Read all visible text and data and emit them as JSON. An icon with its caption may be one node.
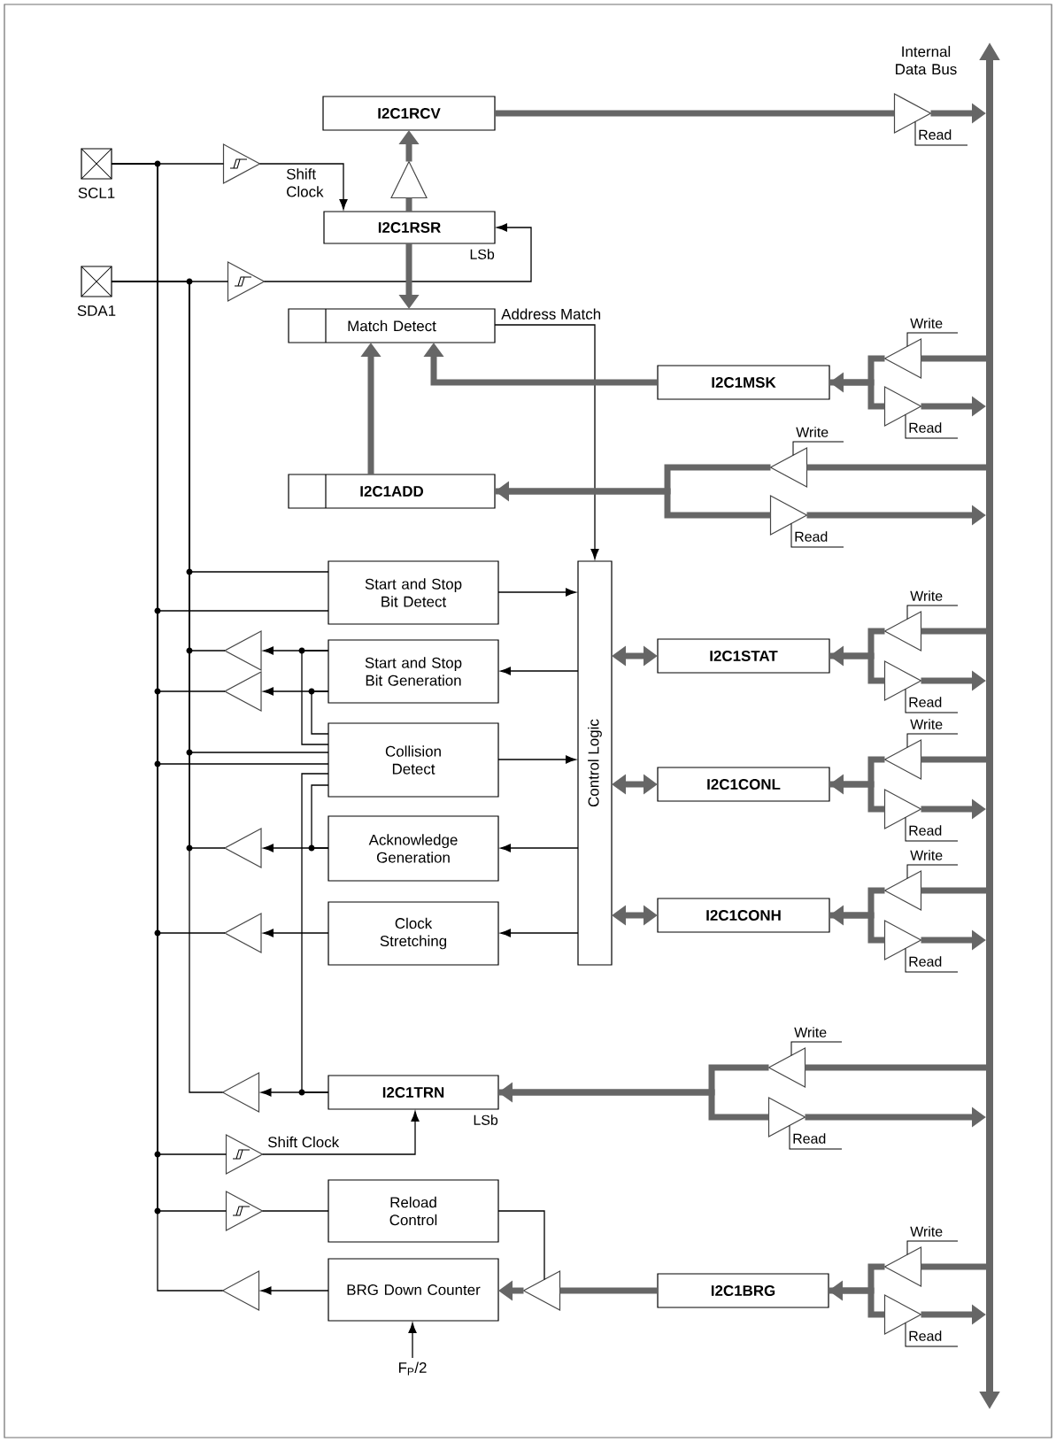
{
  "diagram": {
    "nodes": [
      {
        "text": [],
        "shape": "bar"
      },
      {
        "text": [
          "I2C1RCV"
        ]
      },
      {
        "text": [],
        "shape": "triangle",
        "beside": [
          "Read"
        ]
      },
      {
        "text": [
          "SCL1"
        ]
      },
      {
        "text": [],
        "shape": "triangle"
      },
      {
        "text": [],
        "shape": "triangle"
      },
      {
        "text": [
          "I2C1RSR"
        ],
        "beside": [
          "LSb"
        ]
      },
      {
        "text": [
          "SDA1"
        ]
      },
      {
        "text": [],
        "shape": "triangle"
      },
      {
        "text": [
          "Match Detect"
        ]
      },
      {
        "text": [],
        "shape": "triangle",
        "beside": [
          "Write"
        ]
      },
      {
        "text": [
          "I2C1MSK"
        ]
      },
      {
        "text": [],
        "shape": "triangle",
        "beside": [
          "Read"
        ]
      },
      {
        "text": [],
        "shape": "triangle",
        "beside": [
          "Write"
        ]
      },
      {
        "text": [
          "I2C1ADD"
        ]
      },
      {
        "text": [],
        "shape": "triangle",
        "beside": [
          "Read"
        ]
      },
      {
        "text": [
          "Control Logic"
        ]
      },
      {
        "text": [
          "Start and Stop Bit Detect"
        ]
      },
      {
        "text": [],
        "shape": "triangle"
      },
      {
        "text": [
          "Start and Stop Bit Generation"
        ]
      },
      {
        "text": [],
        "shape": "triangle",
        "beside": [
          "Write"
        ]
      },
      {
        "text": [
          "I2C1STAT"
        ]
      },
      {
        "text": [],
        "shape": "triangle"
      },
      {
        "text": [],
        "shape": "triangle",
        "beside": [
          "Read"
        ]
      },
      {
        "text": [
          "Collision Detect"
        ]
      },
      {
        "text": [],
        "shape": "triangle",
        "beside": [
          "Write"
        ]
      },
      {
        "text": [
          "I2C1CONL"
        ]
      },
      {
        "text": [],
        "shape": "triangle"
      },
      {
        "text": [
          "Acknowledge Generation"
        ]
      },
      {
        "text": [],
        "shape": "triangle",
        "beside": [
          "Read"
        ]
      },
      {
        "text": [],
        "shape": "triangle",
        "beside": [
          "Write"
        ]
      },
      {
        "text": [],
        "shape": "triangle"
      },
      {
        "text": [
          "Clock Stretching"
        ]
      },
      {
        "text": [
          "I2C1CONH"
        ]
      },
      {
        "text": [],
        "shape": "triangle",
        "beside": [
          "Read"
        ]
      },
      {
        "text": [],
        "shape": "triangle",
        "beside": [
          "Write"
        ]
      },
      {
        "text": [],
        "shape": "triangle"
      },
      {
        "text": [
          "I2C1TRN"
        ],
        "beside": [
          "LSb"
        ]
      },
      {
        "text": [],
        "shape": "triangle",
        "beside": [
          "Read"
        ]
      },
      {
        "text": [],
        "shape": "triangle"
      },
      {
        "text": [],
        "shape": "triangle"
      },
      {
        "text": [
          "Reload Control"
        ]
      },
      {
        "text": [],
        "shape": "triangle",
        "beside": [
          "Write"
        ]
      },
      {
        "text": [],
        "shape": "triangle"
      },
      {
        "text": [
          "BRG Down Counter"
        ]
      },
      {
        "text": [],
        "shape": "triangle"
      },
      {
        "text": [
          "I2C1BRG"
        ]
      },
      {
        "text": [],
        "shape": "triangle",
        "beside": [
          "Read"
        ]
      },
      {
        "text": [
          "F$_{P}$/2"
        ]
      }
    ],
    "edges": [
      {
        "from": 3,
        "to": 4,
        "arrow": "none",
        "color": "#000000"
      },
      {
        "from": 4,
        "to": 6,
        "arrow": "to",
        "label": "Shift Clock",
        "color": "#000000"
      },
      {
        "from": 7,
        "to": 8,
        "arrow": "none",
        "color": "#000000"
      },
      {
        "from": 8,
        "to": 6,
        "arrow": "to",
        "color": "#000000"
      },
      {
        "from": 6,
        "to": 5,
        "arrow": "none"
      },
      {
        "from": 5,
        "to": 1,
        "arrow": "to"
      },
      {
        "from": 6,
        "to": 9,
        "arrow": "to"
      },
      {
        "from": 1,
        "to": 2,
        "arrow": "none"
      },
      {
        "from": 2,
        "to": 0,
        "arrow": "to"
      },
      {
        "from": 9,
        "to": 16,
        "arrow": "to",
        "label": "Address Match",
        "color": "#000000"
      },
      {
        "from": 0,
        "to": 10,
        "arrow": "none"
      },
      {
        "from": 10,
        "to": 11,
        "arrow": "to"
      },
      {
        "from": 11,
        "to": 12,
        "arrow": "none"
      },
      {
        "from": 12,
        "to": 0,
        "arrow": "to"
      },
      {
        "from": 11,
        "to": 9,
        "arrow": "to"
      },
      {
        "from": 14,
        "to": 9,
        "arrow": "to"
      },
      {
        "from": 0,
        "to": 13,
        "arrow": "none"
      },
      {
        "from": 13,
        "to": 14,
        "arrow": "to"
      },
      {
        "from": 14,
        "to": 15,
        "arrow": "none"
      },
      {
        "from": 15,
        "to": 0,
        "arrow": "to"
      },
      {
        "from": 3,
        "to": 17,
        "arrow": "none",
        "color": "#000000"
      },
      {
        "from": 7,
        "to": 17,
        "arrow": "none",
        "color": "#000000"
      },
      {
        "from": 17,
        "to": 16,
        "arrow": "to",
        "color": "#000000"
      },
      {
        "from": 16,
        "to": 19,
        "arrow": "to",
        "color": "#000000"
      },
      {
        "from": 19,
        "to": 18,
        "arrow": "to",
        "color": "#000000"
      },
      {
        "from": 18,
        "to": 7,
        "arrow": "none",
        "color": "#000000"
      },
      {
        "from": 19,
        "to": 22,
        "arrow": "to",
        "color": "#000000"
      },
      {
        "from": 22,
        "to": 3,
        "arrow": "none",
        "color": "#000000"
      },
      {
        "from": 19,
        "to": 24,
        "arrow": "none",
        "color": "#000000"
      },
      {
        "from": 19,
        "to": 24,
        "arrow": "none",
        "color": "#000000"
      },
      {
        "from": 7,
        "to": 24,
        "arrow": "none",
        "color": "#000000"
      },
      {
        "from": 3,
        "to": 24,
        "arrow": "none",
        "color": "#000000"
      },
      {
        "from": 24,
        "to": 16,
        "arrow": "to",
        "color": "#000000"
      },
      {
        "from": 16,
        "to": 28,
        "arrow": "to",
        "color": "#000000"
      },
      {
        "from": 28,
        "to": 27,
        "arrow": "to",
        "color": "#000000"
      },
      {
        "from": 27,
        "to": 7,
        "arrow": "none",
        "color": "#000000"
      },
      {
        "from": 28,
        "to": 24,
        "arrow": "none",
        "color": "#000000"
      },
      {
        "from": 16,
        "to": 32,
        "arrow": "to",
        "color": "#000000"
      },
      {
        "from": 32,
        "to": 31,
        "arrow": "to",
        "color": "#000000"
      },
      {
        "from": 31,
        "to": 3,
        "arrow": "none",
        "color": "#000000"
      },
      {
        "from": 16,
        "to": 21,
        "arrow": "both"
      },
      {
        "from": 0,
        "to": 20,
        "arrow": "none"
      },
      {
        "from": 20,
        "to": 21,
        "arrow": "to"
      },
      {
        "from": 21,
        "to": 23,
        "arrow": "none"
      },
      {
        "from": 23,
        "to": 0,
        "arrow": "to"
      },
      {
        "from": 16,
        "to": 26,
        "arrow": "both"
      },
      {
        "from": 0,
        "to": 25,
        "arrow": "none"
      },
      {
        "from": 25,
        "to": 26,
        "arrow": "to"
      },
      {
        "from": 26,
        "to": 29,
        "arrow": "none"
      },
      {
        "from": 29,
        "to": 0,
        "arrow": "to"
      },
      {
        "from": 16,
        "to": 33,
        "arrow": "both"
      },
      {
        "from": 0,
        "to": 30,
        "arrow": "none"
      },
      {
        "from": 30,
        "to": 33,
        "arrow": "to"
      },
      {
        "from": 33,
        "to": 34,
        "arrow": "none"
      },
      {
        "from": 34,
        "to": 0,
        "arrow": "to"
      },
      {
        "from": 0,
        "to": 35,
        "arrow": "none"
      },
      {
        "from": 35,
        "to": 37,
        "arrow": "to"
      },
      {
        "from": 37,
        "to": 38,
        "arrow": "none"
      },
      {
        "from": 38,
        "to": 0,
        "arrow": "to"
      },
      {
        "from": 37,
        "to": 36,
        "arrow": "to",
        "color": "#000000"
      },
      {
        "from": 36,
        "to": 7,
        "arrow": "none",
        "color": "#000000"
      },
      {
        "from": 37,
        "to": 24,
        "arrow": "none",
        "color": "#000000"
      },
      {
        "from": 3,
        "to": 39,
        "arrow": "none",
        "color": "#000000"
      },
      {
        "from": 39,
        "to": 37,
        "arrow": "to",
        "label": "Shift Clock",
        "color": "#000000"
      },
      {
        "from": 3,
        "to": 40,
        "arrow": "none",
        "color": "#000000"
      },
      {
        "from": 40,
        "to": 41,
        "arrow": "none",
        "color": "#000000"
      },
      {
        "from": 41,
        "to": 45,
        "arrow": "none",
        "color": "#000000"
      },
      {
        "from": 46,
        "to": 45,
        "arrow": "none"
      },
      {
        "from": 45,
        "to": 44,
        "arrow": "to"
      },
      {
        "from": 44,
        "to": 43,
        "arrow": "to",
        "color": "#000000"
      },
      {
        "from": 43,
        "to": 3,
        "arrow": "none",
        "color": "#000000"
      },
      {
        "from": 48,
        "to": 44,
        "arrow": "to",
        "color": "#000000"
      },
      {
        "from": 0,
        "to": 42,
        "arrow": "none"
      },
      {
        "from": 42,
        "to": 46,
        "arrow": "to"
      },
      {
        "from": 46,
        "to": 47,
        "arrow": "none"
      },
      {
        "from": 47,
        "to": 0,
        "arrow": "to"
      }
    ],
    "labels": [
      "Internal Data Bus"
    ]
  }
}
